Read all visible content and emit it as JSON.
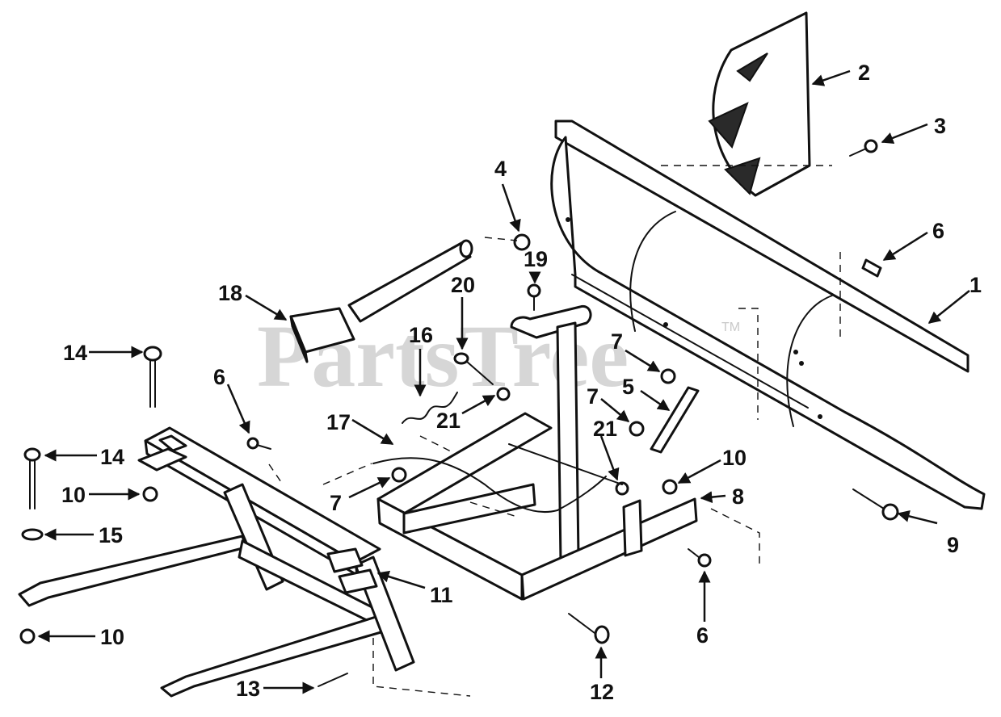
{
  "watermark": {
    "text": "PartsTree",
    "trademark": "TM"
  },
  "callouts": [
    {
      "id": "1",
      "label": "1"
    },
    {
      "id": "2",
      "label": "2"
    },
    {
      "id": "3",
      "label": "3"
    },
    {
      "id": "4",
      "label": "4"
    },
    {
      "id": "5",
      "label": "5"
    },
    {
      "id": "6a",
      "label": "6"
    },
    {
      "id": "6b",
      "label": "6"
    },
    {
      "id": "6c",
      "label": "6"
    },
    {
      "id": "7a",
      "label": "7"
    },
    {
      "id": "7b",
      "label": "7"
    },
    {
      "id": "7c",
      "label": "7"
    },
    {
      "id": "8",
      "label": "8"
    },
    {
      "id": "9",
      "label": "9"
    },
    {
      "id": "10a",
      "label": "10"
    },
    {
      "id": "10b",
      "label": "10"
    },
    {
      "id": "10c",
      "label": "10"
    },
    {
      "id": "11",
      "label": "11"
    },
    {
      "id": "12",
      "label": "12"
    },
    {
      "id": "13",
      "label": "13"
    },
    {
      "id": "14a",
      "label": "14"
    },
    {
      "id": "14b",
      "label": "14"
    },
    {
      "id": "15",
      "label": "15"
    },
    {
      "id": "16",
      "label": "16"
    },
    {
      "id": "17",
      "label": "17"
    },
    {
      "id": "18",
      "label": "18"
    },
    {
      "id": "19",
      "label": "19"
    },
    {
      "id": "20",
      "label": "20"
    },
    {
      "id": "21a",
      "label": "21"
    },
    {
      "id": "21b",
      "label": "21"
    }
  ]
}
